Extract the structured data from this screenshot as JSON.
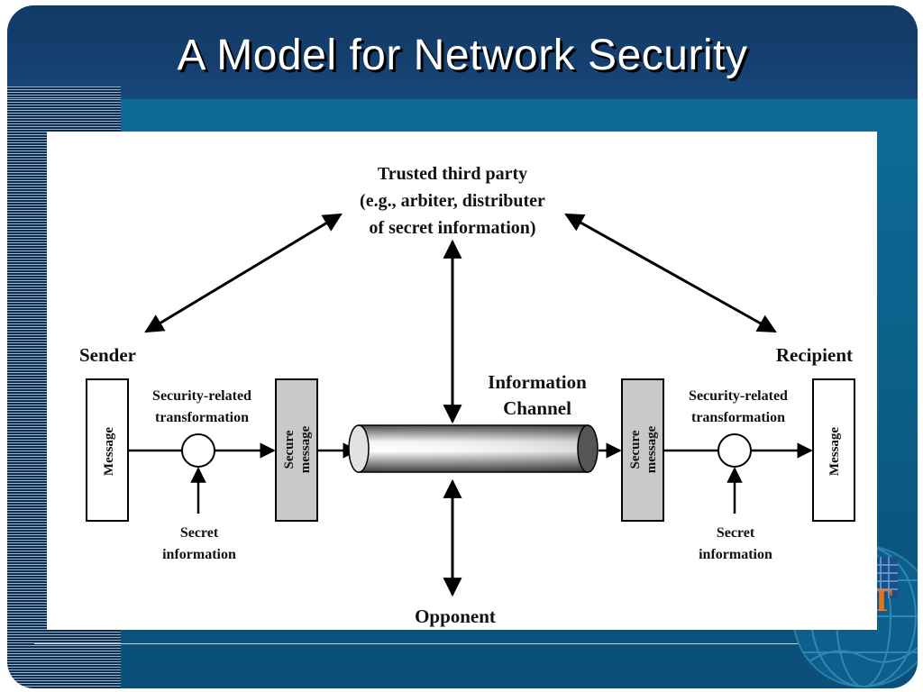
{
  "slide": {
    "title": "A Model for Network Security",
    "logo_letter": "T"
  },
  "diagram": {
    "trusted_third_party": [
      "Trusted third party",
      "(e.g., arbiter, distributer",
      "of secret information)"
    ],
    "sender": "Sender",
    "recipient": "Recipient",
    "message_left": "Message",
    "message_right": "Message",
    "secure_message_left": [
      "Secure",
      "message"
    ],
    "secure_message_right": [
      "Secure",
      "message"
    ],
    "transformation_left": [
      "Security-related",
      "transformation"
    ],
    "transformation_right": [
      "Security-related",
      "transformation"
    ],
    "information_channel": [
      "Information",
      "Channel"
    ],
    "secret_left": [
      "Secret",
      "information"
    ],
    "secret_right": [
      "Secret",
      "information"
    ],
    "opponent": "Opponent"
  },
  "colors": {
    "title_bar": "#153f6e",
    "background": "#0b5f88",
    "secure_box_fill": "#c8c8c8",
    "logo_letter": "#e8741a"
  }
}
